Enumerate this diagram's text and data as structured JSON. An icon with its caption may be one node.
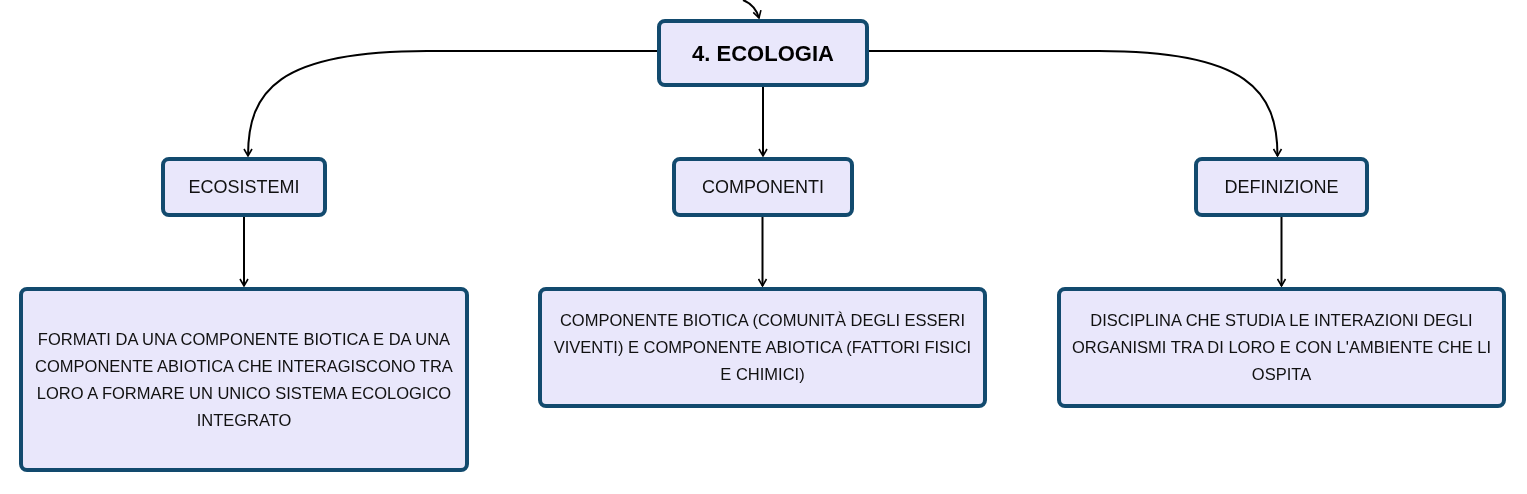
{
  "diagram": {
    "nodes": [
      {
        "text": [
          "4. ECOLOGIA"
        ]
      },
      {
        "text": [
          "ECOSISTEMI"
        ]
      },
      {
        "text": [
          "COMPONENTI"
        ]
      },
      {
        "text": [
          "DEFINIZIONE"
        ]
      },
      {
        "text": [
          "FORMATI DA UNA COMPONENTE BIOTICA E DA UNA COMPONENTE ABIOTICA CHE INTERAGISCONO TRA LORO A FORMARE UN UNICO SISTEMA ECOLOGICO INTEGRATO"
        ]
      },
      {
        "text": [
          "COMPONENTE BIOTICA (COMUNITÀ DEGLI ESSERI VIVENTI) E COMPONENTE ABIOTICA (FATTORI FISICI E CHIMICI)"
        ]
      },
      {
        "text": [
          "DISCIPLINA CHE STUDIA LE INTERAZIONI DEGLI ORGANISMI TRA DI LORO E CON L'AMBIENTE CHE LI OSPITA"
        ]
      }
    ],
    "edges": [
      {
        "from": null,
        "to": 0,
        "arrow": "to"
      },
      {
        "from": 0,
        "to": 1,
        "arrow": "to"
      },
      {
        "from": 0,
        "to": 2,
        "arrow": "to"
      },
      {
        "from": 0,
        "to": 3,
        "arrow": "to"
      },
      {
        "from": 1,
        "to": 4,
        "arrow": "to"
      },
      {
        "from": 2,
        "to": 5,
        "arrow": "to"
      },
      {
        "from": 3,
        "to": 6,
        "arrow": "to"
      }
    ]
  }
}
